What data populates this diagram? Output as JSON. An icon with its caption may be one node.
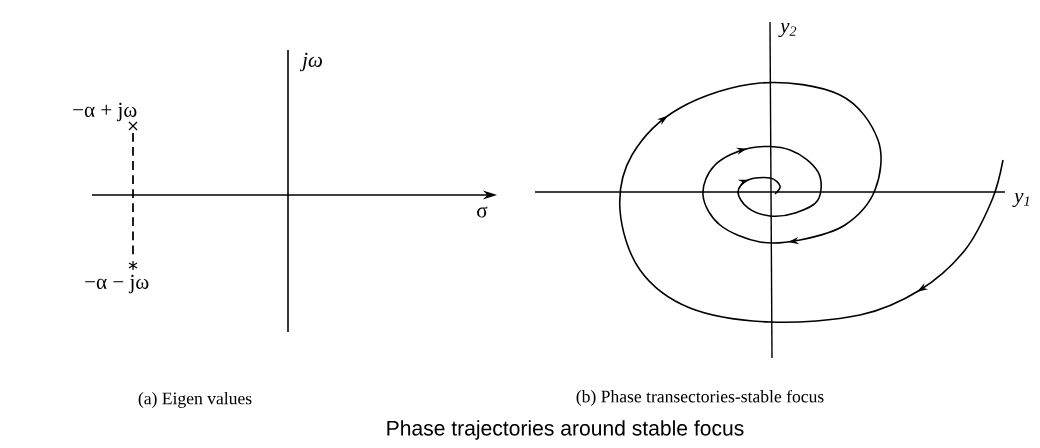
{
  "diagram": {
    "caption": "Phase trajectories around stable focus",
    "labels": [
      "jω",
      "−α + jω",
      "σ",
      "−α − jω",
      "y$_{2}$",
      "y$_{1}$",
      "(a) Eigen values",
      "(b) Phase transectories-stable focus"
    ]
  }
}
